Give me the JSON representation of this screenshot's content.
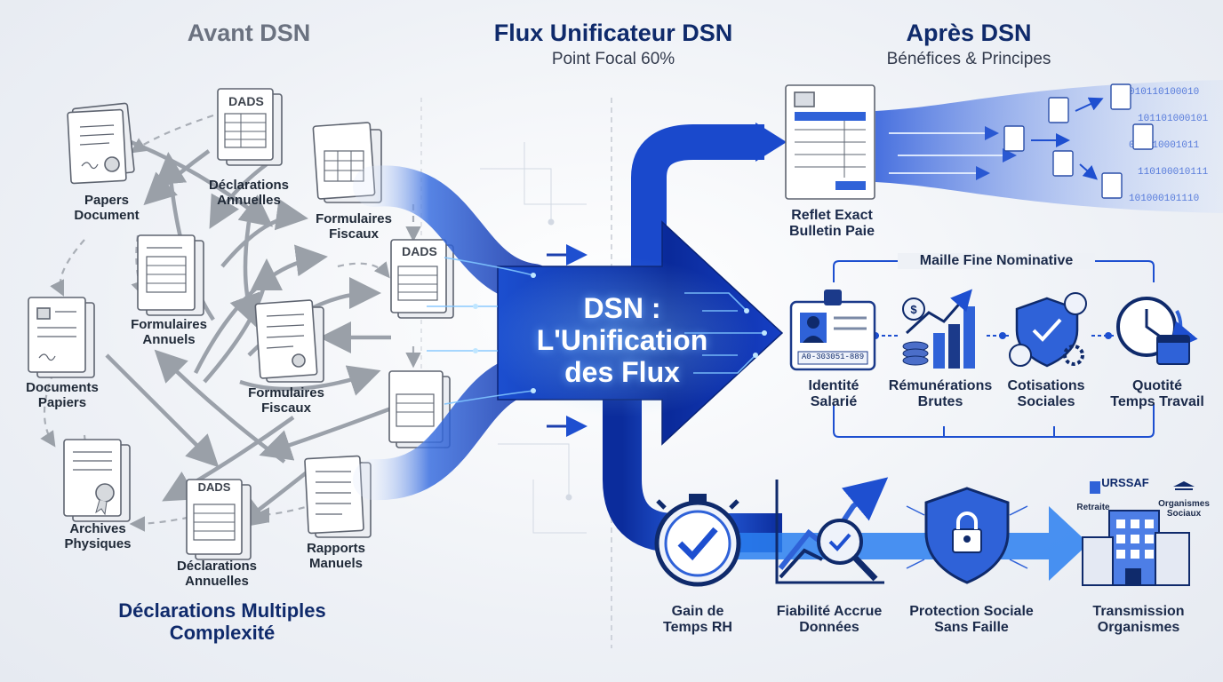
{
  "header": {
    "left_title": "Avant DSN",
    "center_title": "Flux Unificateur DSN",
    "center_subtitle": "Point Focal 60%",
    "right_title": "Après DSN",
    "right_subtitle": "Bénéfices & Principes"
  },
  "center": {
    "arrow_text": "DSN :\nL'Unification\ndes Flux"
  },
  "left": {
    "docs": [
      {
        "label": "Papers\nDocument",
        "icon": "paper-stack-icon"
      },
      {
        "label": "Déclarations\nAnnuelles",
        "icon": "dads-form-icon",
        "tag": "DADS"
      },
      {
        "label": "Formulaires\nFiscaux",
        "icon": "tax-form-icon"
      },
      {
        "label": "Formulaires\nAnnuels",
        "icon": "annual-form-icon"
      },
      {
        "label": "Documents\nPapiers",
        "icon": "paper-doc-icon"
      },
      {
        "label": "Formulaires\nFiscaux",
        "icon": "tax-form-icon"
      },
      {
        "label": "Archives\nPhysiques",
        "icon": "archive-icon"
      },
      {
        "label": "Déclarations\nAnnuelles",
        "icon": "dads-form-icon",
        "tag": "DADS"
      },
      {
        "label": "Rapports\nManuels",
        "icon": "report-icon"
      }
    ],
    "dads_mid": "DADS",
    "footer": "Déclarations Multiples\nComplexité"
  },
  "right": {
    "payslip_label": "Reflet Exact\nBulletin Paie",
    "maille_title": "Maille Fine Nominative",
    "badge_code": "A0-303051-889",
    "maille_items": [
      {
        "label": "Identité\nSalarié",
        "icon": "id-badge-icon"
      },
      {
        "label": "Rémunérations\nBrutes",
        "icon": "salary-growth-icon"
      },
      {
        "label": "Cotisations\nSociales",
        "icon": "shield-coins-icon"
      },
      {
        "label": "Quotité\nTemps Travail",
        "icon": "clock-calendar-icon"
      }
    ],
    "benefits": [
      {
        "label": "Gain de\nTemps RH",
        "icon": "stopwatch-icon"
      },
      {
        "label": "Fiabilité Accrue\nDonnées",
        "icon": "chart-magnifier-icon"
      },
      {
        "label": "Protection Sociale\nSans Faille",
        "icon": "shield-lock-icon"
      },
      {
        "label": "Transmission\nOrganismes",
        "icon": "buildings-icon"
      }
    ],
    "orgs": {
      "urssaf": "URSSAF",
      "retraite": "Retraite",
      "organismes": "Organismes\nSociaux"
    }
  },
  "binary_text": "01011010001011100101"
}
